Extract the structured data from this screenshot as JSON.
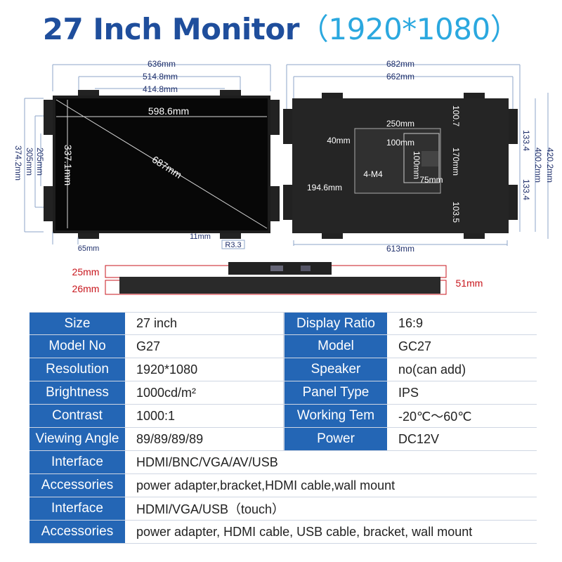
{
  "title": {
    "main": "27 Inch Monitor",
    "resolution": "（1920*1080）"
  },
  "front_view": {
    "width_outer": "636mm",
    "bracket_spacing": "514.8mm",
    "bracket_inner": "414.8mm",
    "screen_width": "598.6mm",
    "diagonal": "687mm",
    "screen_height": "337.1mm",
    "height_outer": "374.2mm",
    "height_305": "305mm",
    "height_205": "205mm",
    "bottom_offset": "65mm",
    "bracket_gap": "11mm",
    "radius": "R3.3"
  },
  "back_view": {
    "width_682": "682mm",
    "width_662": "662mm",
    "width_613": "613mm",
    "vesa_box_250": "250mm",
    "vesa_40": "40mm",
    "vesa_100h": "100mm",
    "vesa_100v": "100mm",
    "vesa_75": "75mm",
    "screw_label": "4-M4",
    "offset_194": "194.6mm",
    "dim_100_7": "100.7",
    "dim_170": "170mm",
    "dim_103_5": "103.5",
    "dim_133_4_top": "133.4",
    "dim_133_4_bottom": "133.4",
    "dim_400_2": "400.2mm",
    "dim_420_2": "420.2mm"
  },
  "side_view": {
    "top_thickness": "25mm",
    "bottom_thickness": "26mm",
    "total_depth": "51mm"
  },
  "specs_pairs": [
    {
      "l_label": "Size",
      "l_value": "27 inch",
      "r_label": "Display Ratio",
      "r_value": "16:9"
    },
    {
      "l_label": "Model No",
      "l_value": "G27",
      "r_label": "Model",
      "r_value": "GC27"
    },
    {
      "l_label": "Resolution",
      "l_value": "1920*1080",
      "r_label": "Speaker",
      "r_value": "no(can add)"
    },
    {
      "l_label": "Brightness",
      "l_value": "1000cd/m²",
      "r_label": "Panel Type",
      "r_value": "IPS"
    },
    {
      "l_label": "Contrast",
      "l_value": "1000:1",
      "r_label": "Working Tem",
      "r_value": "-20℃～60℃"
    },
    {
      "l_label": "Viewing Angle",
      "l_value": "89/89/89/89",
      "r_label": "Power",
      "r_value": "DC12V"
    }
  ],
  "specs_full": [
    {
      "label": "Interface",
      "value": "HDMI/BNC/VGA/AV/USB"
    },
    {
      "label": "Accessories",
      "value": "power adapter,bracket,HDMI cable,wall mount"
    },
    {
      "label": "Interface",
      "value": "HDMI/VGA/USB（touch）"
    },
    {
      "label": "Accessories",
      "value": "power adapter, HDMI cable, USB cable, bracket, wall mount"
    }
  ]
}
